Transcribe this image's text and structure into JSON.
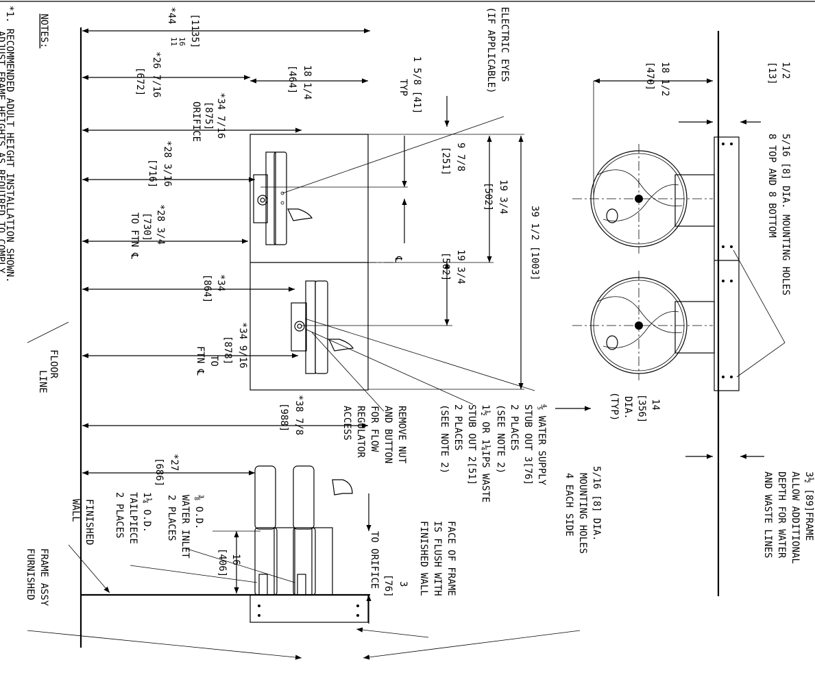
{
  "notes": {
    "heading": "NOTES:",
    "note1_line1": "*1. RECOMMENDED ADULT HEIGHT INSTALLATION SHOWN.",
    "note1_line2": "ADJUST FRAME HEIGHTS AS REQUIRED TO COMPLY"
  },
  "front_view": {
    "dim_overall_top": "*44",
    "dim_overall_frac_num": "11",
    "dim_overall_frac_den": "16",
    "dim_overall_mm": "[1135]",
    "dim_orifice_upper_a": "*26 7/16",
    "dim_orifice_upper_a_mm": "[672]",
    "dim_frame_width": "18 1/4",
    "dim_frame_width_mm": "[464]",
    "dim_34_7_16": "*34 7/16",
    "dim_34_7_16_mm": "[875]",
    "dim_34_7_16_note": "ORIFICE",
    "dim_28_3_16": "*28 3/16",
    "dim_28_3_16_mm": "[716]",
    "dim_28_3_4": "*28 3/4",
    "dim_28_3_4_mm": "[730]",
    "dim_28_3_4_note": "TO FTN ℄",
    "dim_34": "*34",
    "dim_34_mm": "[864]",
    "dim_34_9_16": "*34 9/16",
    "dim_34_9_16_mm": "[878]",
    "dim_34_9_16_note1": "TO",
    "dim_34_9_16_note2": "FTN ℄",
    "dim_38_7_8": "*38 7/8",
    "dim_38_7_8_mm": "[988]",
    "floor_line_1": "FLOOR",
    "floor_line_2": "LINE",
    "electric_eyes_1": "ELECTRIC EYES",
    "electric_eyes_2": "(IF APPLICABLE)",
    "typ_1_5_8": "1 5/8 [41]",
    "typ_label": "TYP",
    "dim_9_7_8": "9 7/8",
    "dim_9_7_8_mm": "[251]",
    "dim_19_3_4_a": "19 3/4",
    "dim_19_3_4_a_mm": "[502]",
    "dim_19_3_4_b": "19 3/4",
    "dim_19_3_4_b_mm": "[502]",
    "dim_39_1_2": "39 1/2 [1003]",
    "centerline": "℄",
    "water_supply_1": "⅘ WATER SUPPLY",
    "water_supply_2": "STUB OUT 3[76]",
    "water_supply_3": "2 PLACES",
    "water_supply_4": "(SEE NOTE 2)",
    "waste_1": "1½ OR 1¼IPS WASTE",
    "waste_2": "STUB OUT 2[51]",
    "waste_3": "2 PLACES",
    "waste_4": "(SEE NOTE 2)",
    "remove_nut_1": "REMOVE NUT",
    "remove_nut_2": "AND BUTTON",
    "remove_nut_3": "FOR FLOW",
    "remove_nut_4": "REGULATOR",
    "remove_nut_5": "ACCESS"
  },
  "top_view": {
    "dim_1_2": "1/2",
    "dim_1_2_mm": "[13]",
    "dim_18_1_2": "18 1/2",
    "dim_18_1_2_mm": "[470]",
    "mount_holes_1": "5/16 [8] DIA. MOUNTING HOLES",
    "mount_holes_2": "8 TOP AND 8 BOTTOM",
    "dia_14": "14",
    "dia_14_mm": "[356]",
    "dia_label": "DIA.",
    "typ": "(TYP)",
    "frame_1": "3½ [89]FRAME",
    "frame_2": "ALLOW ADDITIONAL",
    "frame_3": "DEPTH FOR WATER",
    "frame_4": "AND WASTE LINES"
  },
  "side_view": {
    "dim_27": "*27",
    "dim_27_mm": "[686]",
    "dim_16": "16",
    "dim_16_mm": "[406]",
    "dim_3": "3",
    "dim_3_mm": "[76]",
    "dim_3_note": "TO ORIFICE",
    "tailpiece_1": "1¼ O.D.",
    "tailpiece_2": "TAILPIECE",
    "tailpiece_3": "2 PLACES",
    "inlet_1": "⅜ O.D.",
    "inlet_2": "WATER INLET",
    "inlet_3": "2 PLACES",
    "face_1": "FACE OF FRAME",
    "face_2": "IS FLUSH WITH",
    "face_3": "FINISHED WALL",
    "side_holes_1": "5/16 [8] DIA.",
    "side_holes_2": "MOUNTING HOLES",
    "side_holes_3": "4 EACH SIDE",
    "finished_wall_1": "FINISHED",
    "finished_wall_2": "WALL",
    "frame_assy_1": "FRAME ASSY",
    "frame_assy_2": "FURNISHED"
  }
}
